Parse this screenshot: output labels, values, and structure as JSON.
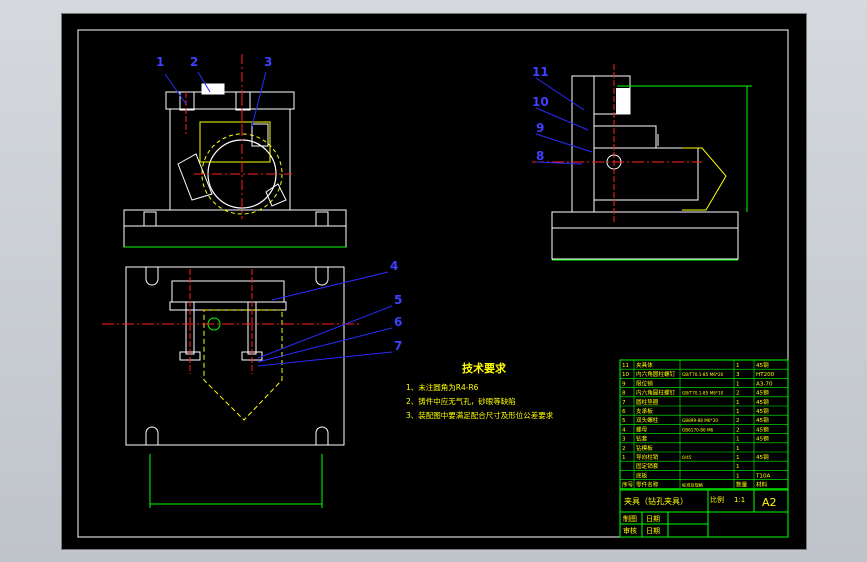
{
  "colors": {
    "background": "#000000",
    "frame": "#ffffff",
    "part": "#ffffff",
    "hidden": "#ffff00",
    "centerline": "#ff2020",
    "leader": "#2a2aff",
    "dimension": "#00ff00",
    "table": "#00ff00",
    "text": "#ffff00"
  },
  "balloons": [
    "1",
    "2",
    "3",
    "4",
    "5",
    "6",
    "7",
    "8",
    "9",
    "10",
    "11"
  ],
  "tech_requirements": {
    "title": "技术要求",
    "items": [
      "1、未注圆角为R4-R6",
      "2、铸件中应无气孔，砂眼等缺陷",
      "3、装配图中要满足配合尺寸及形位公差要求"
    ]
  },
  "bom": {
    "rows": [
      [
        "11",
        "夹具体",
        "",
        "1",
        "45钢"
      ],
      [
        "10",
        "内六角圆柱螺钉",
        "GB/T70.1-85 M6*20",
        "3",
        "HT200"
      ],
      [
        "9",
        "限位销",
        "",
        "1",
        "A3-70"
      ],
      [
        "8",
        "内六角圆柱螺钉",
        "GB/T70.1-85 M6*10",
        "2",
        "45钢"
      ],
      [
        "7",
        "圆柱垫圈",
        "",
        "1",
        "45钢"
      ],
      [
        "6",
        "支承板",
        "",
        "1",
        "45钢"
      ],
      [
        "5",
        "双头螺柱",
        "GB899-88 M6*30",
        "2",
        "45钢"
      ],
      [
        "4",
        "螺母",
        "GB6170-86 M6",
        "2",
        "45钢"
      ],
      [
        "3",
        "钻套",
        "",
        "1",
        "45钢"
      ],
      [
        "2",
        "钻模板",
        "",
        "1",
        ""
      ],
      [
        "1",
        "导向柱销",
        "0/45",
        "1",
        "45钢"
      ],
      [
        "",
        "固定销套",
        "",
        "1",
        ""
      ],
      [
        "",
        "底板",
        "",
        "1",
        "T10A"
      ]
    ],
    "header": [
      "序号",
      "零件名称",
      "标准及规格",
      "数量",
      "材料"
    ]
  },
  "title_block": {
    "drawing_name": "夹具（钻孔夹具）",
    "scale_label": "比例",
    "scale_value": "1:1",
    "size": "A2",
    "row_labels": [
      "制图",
      "审核"
    ],
    "date_label": "日期"
  }
}
